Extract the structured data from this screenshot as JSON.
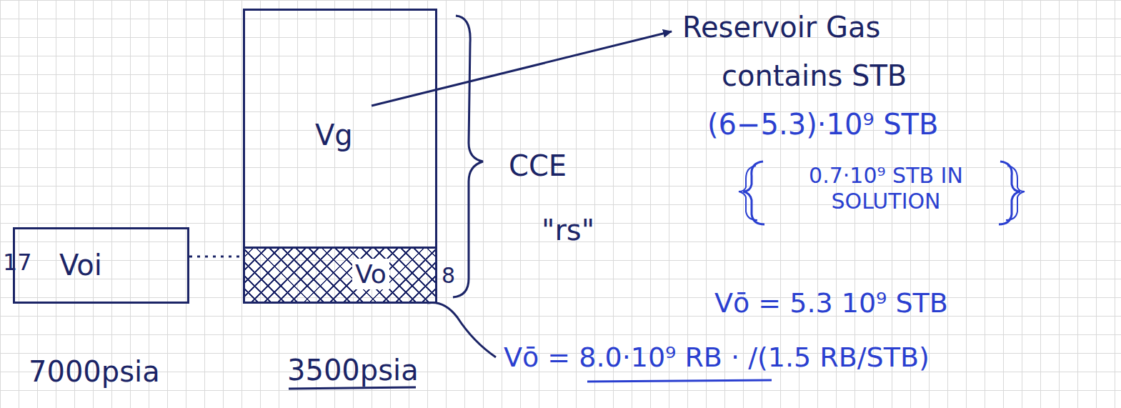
{
  "diagram": {
    "nodes": [
      {
        "text": [
          "Vg"
        ]
      },
      {
        "text": [
          "Vo"
        ],
        "in": 0
      },
      {
        "text": [
          "Voi"
        ]
      }
    ],
    "edges": [
      {
        "from": 2,
        "to": 1,
        "arrow": "none"
      }
    ],
    "labels": [
      "Reservoir Gas",
      "contains STB",
      "(6−5.3)·10⁹ STB",
      "0.7·10⁹ STB IN SOLUTION",
      "Vō = 5.3 10⁹ STB",
      "CCE",
      "\"rs\"",
      "17",
      "8",
      "Vō = 8.0·10⁹ RB · /(1.5 RB/STB)",
      "7000psia",
      "3500psia"
    ]
  }
}
